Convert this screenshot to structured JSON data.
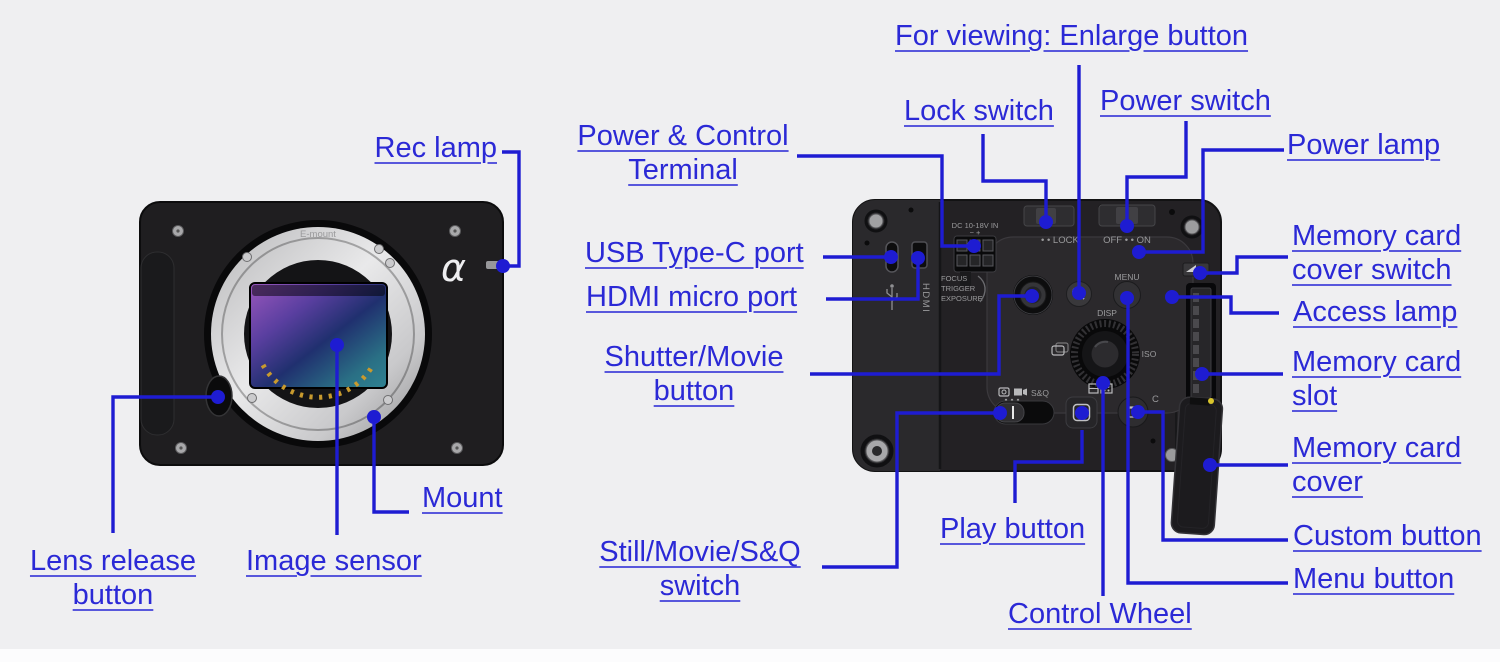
{
  "colors": {
    "background": "#efeff1",
    "bottom_strip": "#fcfcfd",
    "accent_line": "#1e1cd2",
    "label_text": "#2b29d6"
  },
  "labels": {
    "rec_lamp": {
      "lines": [
        "Rec lamp"
      ]
    },
    "power_control_terminal": {
      "lines": [
        "Power & Control",
        "Terminal"
      ]
    },
    "usb_type_c_port": {
      "lines": [
        "USB Type-C port"
      ]
    },
    "hdmi_micro_port": {
      "lines": [
        "HDMI micro port"
      ]
    },
    "shutter_movie_button": {
      "lines": [
        "Shutter/Movie",
        "button"
      ]
    },
    "still_movie_sq_switch": {
      "lines": [
        "Still/Movie/S&Q",
        "switch"
      ]
    },
    "for_viewing_enlarge_button": {
      "lines": [
        "For viewing: Enlarge button"
      ]
    },
    "lock_switch": {
      "lines": [
        "Lock switch"
      ]
    },
    "power_switch": {
      "lines": [
        "Power switch"
      ]
    },
    "power_lamp": {
      "lines": [
        "Power lamp"
      ]
    },
    "memory_card_cover_switch": {
      "lines": [
        "Memory card",
        "cover switch"
      ]
    },
    "access_lamp": {
      "lines": [
        "Access lamp"
      ]
    },
    "memory_card_slot": {
      "lines": [
        "Memory card",
        "slot"
      ]
    },
    "memory_card_cover": {
      "lines": [
        "Memory card",
        "cover"
      ]
    },
    "custom_button": {
      "lines": [
        "Custom button"
      ]
    },
    "menu_button": {
      "lines": [
        "Menu button"
      ]
    },
    "play_button": {
      "lines": [
        "Play button"
      ]
    },
    "control_wheel": {
      "lines": [
        "Control Wheel"
      ]
    },
    "mount": {
      "lines": [
        "Mount"
      ]
    },
    "image_sensor": {
      "lines": [
        "Image sensor"
      ]
    },
    "lens_release_button": {
      "lines": [
        "Lens release",
        "button"
      ]
    }
  },
  "markings": {
    "alpha_logo": "α",
    "mount_ring": "E-mount",
    "dc_label": "DC 10-18V IN",
    "dc_polarity": "−   +",
    "io_labels": [
      "FOCUS",
      "TRIGGER",
      "EXPOSURE"
    ],
    "lock": "• • LOCK",
    "power": "OFF • • ON",
    "menu": "MENU",
    "disp": "DISP",
    "iso": "ISO",
    "sq": "S&Q",
    "hdmi": "HDMI",
    "custom": "C"
  }
}
